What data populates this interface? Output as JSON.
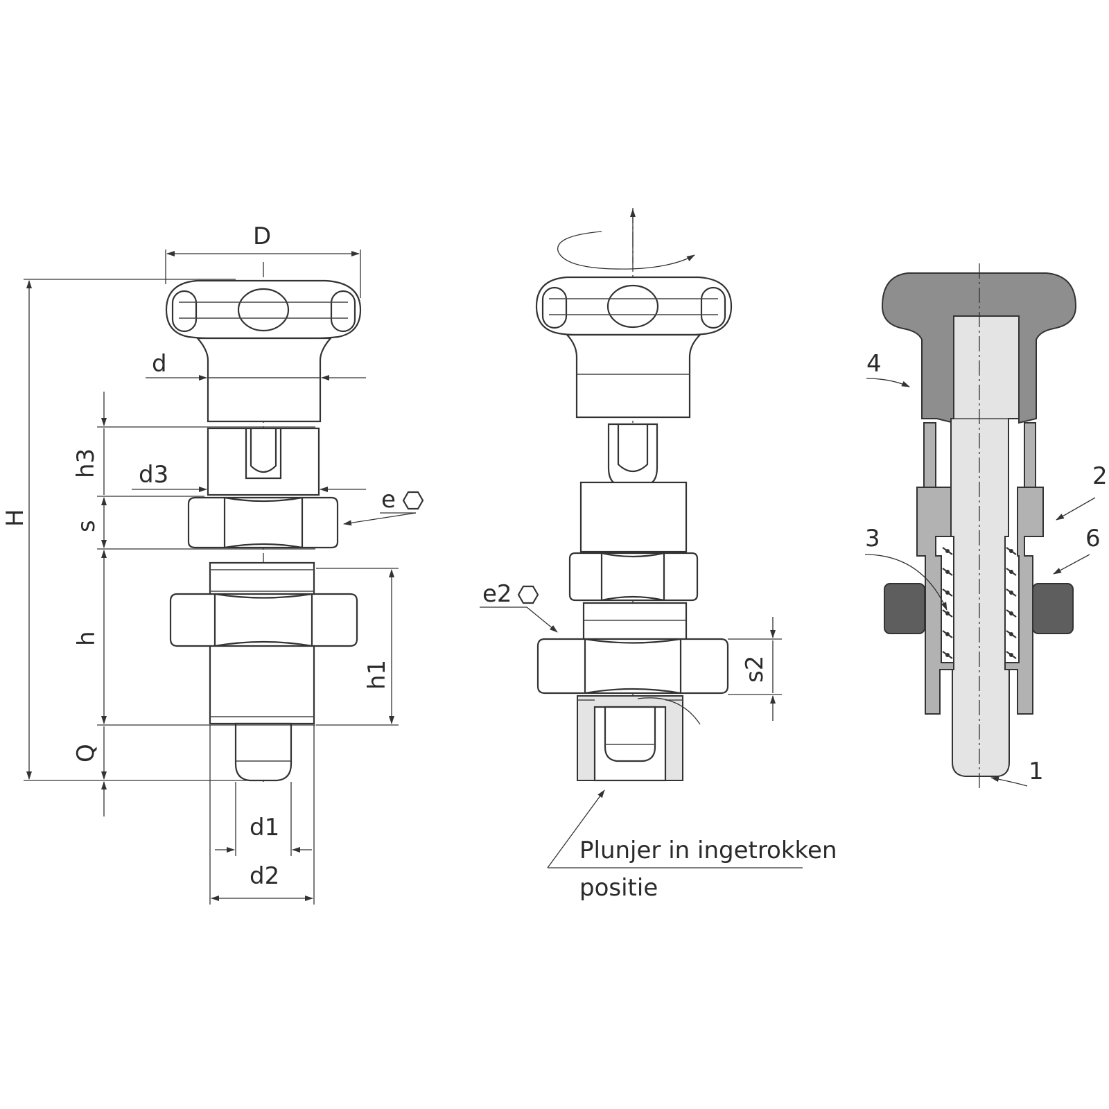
{
  "left_view": {
    "labels": {
      "D": "D",
      "d": "d",
      "h3": "h3",
      "d3": "d3",
      "e": "e",
      "s": "s",
      "H": "H",
      "h": "h",
      "h1": "h1",
      "Q": "Q",
      "d1": "d1",
      "d2": "d2"
    }
  },
  "middle_view": {
    "labels": {
      "e2": "e2",
      "s2": "s2"
    },
    "caption_line1": "Plunjer in ingetrokken",
    "caption_line2": "positie"
  },
  "right_view": {
    "labels": {
      "p4": "4",
      "p2": "2",
      "p3": "3",
      "p6": "6",
      "p1": "1"
    }
  },
  "icons": {
    "hex": "hexagon-icon",
    "rotation": "rotation-arrow-icon"
  }
}
